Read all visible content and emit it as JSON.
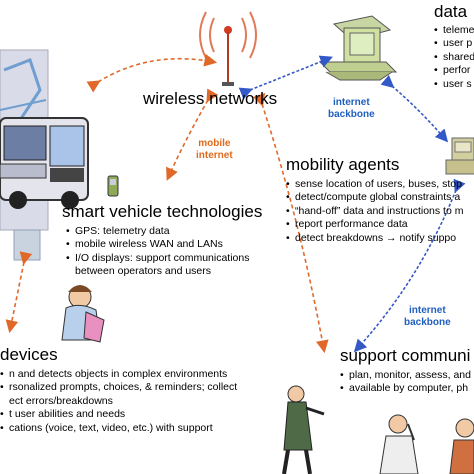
{
  "sections": {
    "wireless": {
      "title": "wireless networks"
    },
    "data": {
      "title": "data",
      "items": [
        "teleme",
        "user p",
        "shared",
        "perfor",
        "user s"
      ]
    },
    "mobility": {
      "title": "mobility agents",
      "items": [
        "sense location of users, buses, stop",
        "detect/compute global constraints a",
        "“hand-off” data and instructions to m",
        "report performance data",
        "detect breakdowns → notify suppo"
      ]
    },
    "smart": {
      "title": "smart vehicle technologies",
      "items": [
        {
          "text": "GPS: telemetry data",
          "bullet": true
        },
        {
          "text": "mobile wireless WAN and LANs",
          "bullet": true
        },
        {
          "text": "I/O displays: support communications",
          "bullet": true
        },
        {
          "text": "between operators and users",
          "bullet": false
        }
      ]
    },
    "devices": {
      "title": "devices",
      "items": [
        {
          "text": "n and detects objects in complex environments",
          "bullet": true
        },
        {
          "text": "rsonalized prompts, choices, & reminders; collect",
          "bullet": true
        },
        {
          "text": "ect errors/breakdowns",
          "bullet": false
        },
        {
          "text": "t user abilities and needs",
          "bullet": true
        },
        {
          "text": "cations (voice, text, video, etc.) with support",
          "bullet": true
        }
      ]
    },
    "support": {
      "title": "support communi",
      "items": [
        "plan, monitor, assess, and",
        "available by computer, ph"
      ]
    }
  },
  "links": {
    "mobile_internet": [
      "mobile",
      "internet"
    ],
    "internet_backbone_top": [
      "internet",
      "backbone"
    ],
    "internet_backbone_right": [
      "internet",
      "backbone"
    ]
  },
  "colors": {
    "arrow_red": "#e0692a",
    "arrow_blue": "#3358c7",
    "tag_blue": "#1f5fbf"
  },
  "icons": [
    "antenna-icon",
    "computer-icon",
    "server-icon",
    "bus-icon",
    "phone-icon",
    "person-icon"
  ]
}
